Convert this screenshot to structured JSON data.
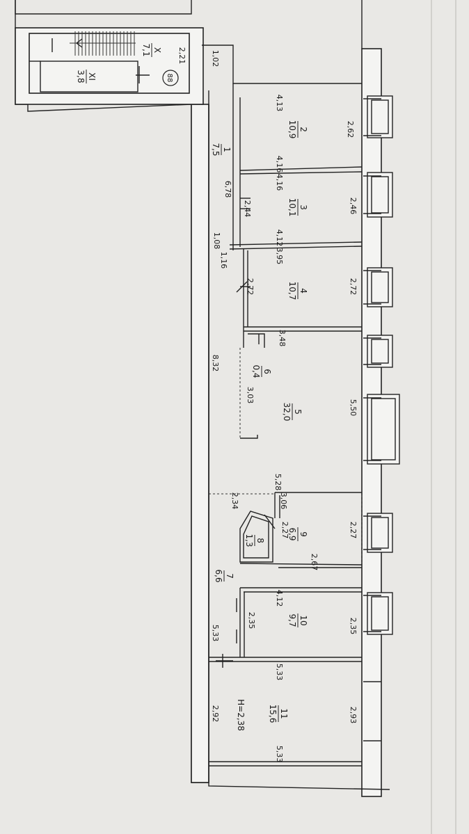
{
  "rooms": [
    {
      "id": "X",
      "number": "X",
      "area": "7,1"
    },
    {
      "id": "XI",
      "number": "XI",
      "area": "3,8"
    },
    {
      "id": "1",
      "number": "1",
      "area": "7,5"
    },
    {
      "id": "2",
      "number": "2",
      "area": "10,9"
    },
    {
      "id": "3",
      "number": "3",
      "area": "10,1"
    },
    {
      "id": "4",
      "number": "4",
      "area": "10,7"
    },
    {
      "id": "5",
      "number": "5",
      "area": "32,0"
    },
    {
      "id": "6",
      "number": "6",
      "area": "0,4"
    },
    {
      "id": "7",
      "number": "7",
      "area": "6,6"
    },
    {
      "id": "8",
      "number": "8",
      "area": "1,3"
    },
    {
      "id": "9",
      "number": "9",
      "area": "6,9"
    },
    {
      "id": "10",
      "number": "10",
      "area": "9,7"
    },
    {
      "id": "11",
      "number": "11",
      "area": "15,6"
    }
  ],
  "circle_label": "88",
  "height_label": "H=2,38",
  "dims": {
    "d_221": "2,21",
    "d_102": "1,02",
    "d_413": "4,13",
    "d_262": "2,62",
    "d_416a": "4,16",
    "d_416b": "4,16",
    "d_678": "6,78",
    "d_244": "2,44",
    "d_246": "2,46",
    "d_108": "1,08",
    "d_116": "1,16",
    "d_412": "4,12",
    "d_395": "3,95",
    "d_272a": "2,72",
    "d_272b": "2,72",
    "d_348": "3,48",
    "d_832": "8,32",
    "d_303": "3,03",
    "d_550": "5,50",
    "d_528": "5,28",
    "d_234": "2,34",
    "d_306": "3,06",
    "d_227a": "2,27",
    "d_227b": "2,27",
    "d_267": "2,67",
    "d_412b": "4,12",
    "d_533a": "5,33",
    "d_235a": "2,35",
    "d_235b": "2,35",
    "d_533b": "5,33",
    "d_292": "2,92",
    "d_293": "2,93",
    "d_533c": "5,33"
  }
}
